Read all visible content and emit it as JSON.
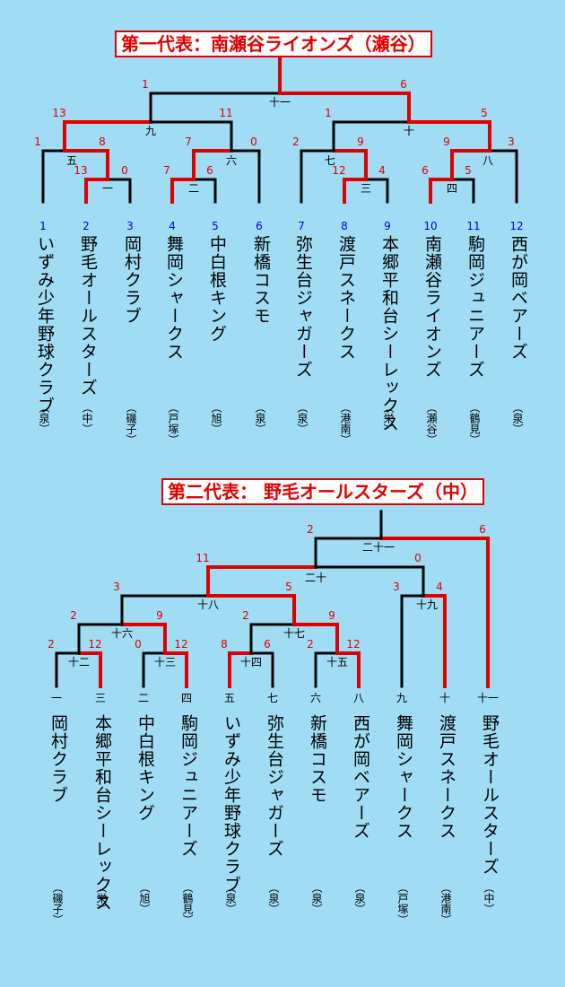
{
  "bracket1": {
    "title": "第一代表：南瀬谷ライオンズ（瀬谷）",
    "teams": [
      {
        "no": "1",
        "name": "いずみ少年野球クラブ",
        "region": "（泉）"
      },
      {
        "no": "2",
        "name": "野毛オールスターズ",
        "region": "（中）"
      },
      {
        "no": "3",
        "name": "岡村クラブ",
        "region": "（磯子）"
      },
      {
        "no": "4",
        "name": "舞岡シャークス",
        "region": "（戸塚）"
      },
      {
        "no": "5",
        "name": "中白根キング",
        "region": "（旭）"
      },
      {
        "no": "6",
        "name": "新橋コスモ",
        "region": "（泉）"
      },
      {
        "no": "7",
        "name": "弥生台ジャガーズ",
        "region": "（泉）"
      },
      {
        "no": "8",
        "name": "渡戸スネークス",
        "region": "（港南）"
      },
      {
        "no": "9",
        "name": "本郷平和台シーレックス",
        "region": "（栄）"
      },
      {
        "no": "10",
        "name": "南瀬谷ライオンズ",
        "region": "（瀬谷）"
      },
      {
        "no": "11",
        "name": "駒岡ジュニアーズ",
        "region": "（鶴見）"
      },
      {
        "no": "12",
        "name": "西が岡ベアーズ",
        "region": "（泉）"
      }
    ],
    "matches": [
      {
        "id": "一",
        "left": "13",
        "right": "0"
      },
      {
        "id": "二",
        "left": "7",
        "right": "6"
      },
      {
        "id": "三",
        "left": "12",
        "right": "4"
      },
      {
        "id": "四",
        "left": "6",
        "right": "5"
      },
      {
        "id": "五",
        "left": "1",
        "right": "8"
      },
      {
        "id": "六",
        "left": "7",
        "right": "0"
      },
      {
        "id": "七",
        "left": "2",
        "right": "9"
      },
      {
        "id": "八",
        "left": "9",
        "right": "3"
      },
      {
        "id": "九",
        "left": "13",
        "right": "11"
      },
      {
        "id": "十",
        "left": "1",
        "right": "5"
      },
      {
        "id": "十一",
        "left": "1",
        "right": "6"
      }
    ]
  },
  "bracket2": {
    "title": "第二代表： 野毛オールスターズ（中）",
    "slots": [
      {
        "label": "一",
        "name": "岡村クラブ",
        "region": "（磯子）"
      },
      {
        "label": "三",
        "name": "本郷平和台シーレックス",
        "region": "（栄）"
      },
      {
        "label": "二",
        "name": "中白根キング",
        "region": "（旭）"
      },
      {
        "label": "四",
        "name": "駒岡ジュニアーズ",
        "region": "（鶴見）"
      },
      {
        "label": "五",
        "name": "いずみ少年野球クラブ",
        "region": "（泉）"
      },
      {
        "label": "七",
        "name": "弥生台ジャガーズ",
        "region": "（泉）"
      },
      {
        "label": "六",
        "name": "新橋コスモ",
        "region": "（泉）"
      },
      {
        "label": "八",
        "name": "西が岡ベアーズ",
        "region": "（泉）"
      },
      {
        "label": "九",
        "name": "舞岡シャークス",
        "region": "（戸塚）"
      },
      {
        "label": "十",
        "name": "渡戸スネークス",
        "region": "（港南）"
      },
      {
        "label": "十一",
        "name": "野毛オールスターズ",
        "region": "（中）"
      }
    ],
    "matches": [
      {
        "id": "十二",
        "left": "2",
        "right": "12"
      },
      {
        "id": "十三",
        "left": "0",
        "right": "12"
      },
      {
        "id": "十四",
        "left": "8",
        "right": "6"
      },
      {
        "id": "十五",
        "left": "2",
        "right": "12"
      },
      {
        "id": "十六",
        "left": "2",
        "right": "9"
      },
      {
        "id": "十七",
        "left": "2",
        "right": "9"
      },
      {
        "id": "十八",
        "left": "3",
        "right": "5"
      },
      {
        "id": "十九",
        "left": "3",
        "right": "4"
      },
      {
        "id": "二十",
        "left": "11",
        "right": "0"
      },
      {
        "id": "二十一",
        "left": "2",
        "right": "6"
      }
    ]
  },
  "colors": {
    "background": "#a0dcf4",
    "winner": "#e00000",
    "line": "#000000",
    "number": "#0000e0"
  }
}
